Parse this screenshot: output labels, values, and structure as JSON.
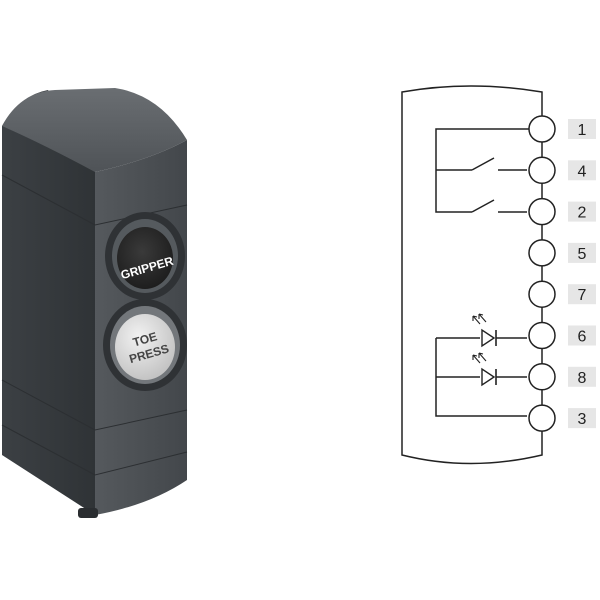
{
  "device": {
    "buttons": [
      {
        "lines": [
          "GRIPPER"
        ],
        "color": "#2b2b2b",
        "text_color": "#ffffff"
      },
      {
        "lines": [
          "TOE",
          "PRESS"
        ],
        "color": "#dcdcdc",
        "text_color": "#444444"
      }
    ],
    "body_color": "#4a4e52"
  },
  "schematic": {
    "pins": [
      "1",
      "4",
      "2",
      "5",
      "7",
      "6",
      "8",
      "3"
    ]
  }
}
